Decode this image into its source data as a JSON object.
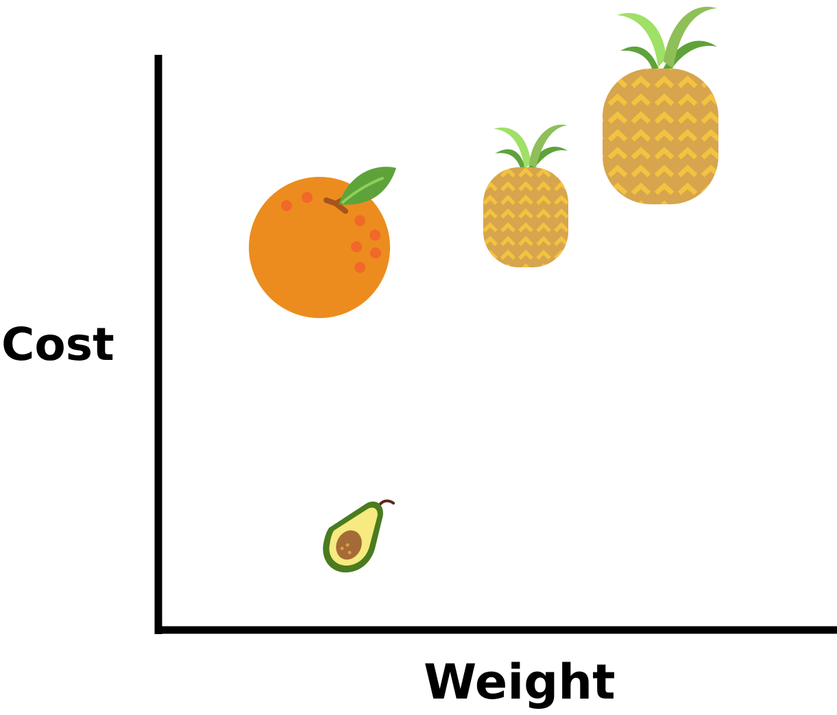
{
  "y_axis_label": "Cost",
  "x_axis_label": "Weight",
  "colors": {
    "axis": "#000000",
    "orange": "#ec8c1f",
    "orange_dots": "#f2672a",
    "leaf_dark": "#5ea33a",
    "leaf_light": "#9fe066",
    "pineapple_body": "#d6a54d",
    "pineapple_pattern": "#f3c240",
    "avocado_skin": "#4a7b1e",
    "avocado_flesh": "#f6ea80",
    "avocado_pit": "#a56b36"
  },
  "items": [
    {
      "name": "orange",
      "icon": "orange-icon"
    },
    {
      "name": "small-pineapple",
      "icon": "pineapple-icon"
    },
    {
      "name": "large-pineapple",
      "icon": "pineapple-icon"
    },
    {
      "name": "avocado",
      "icon": "avocado-icon"
    }
  ]
}
